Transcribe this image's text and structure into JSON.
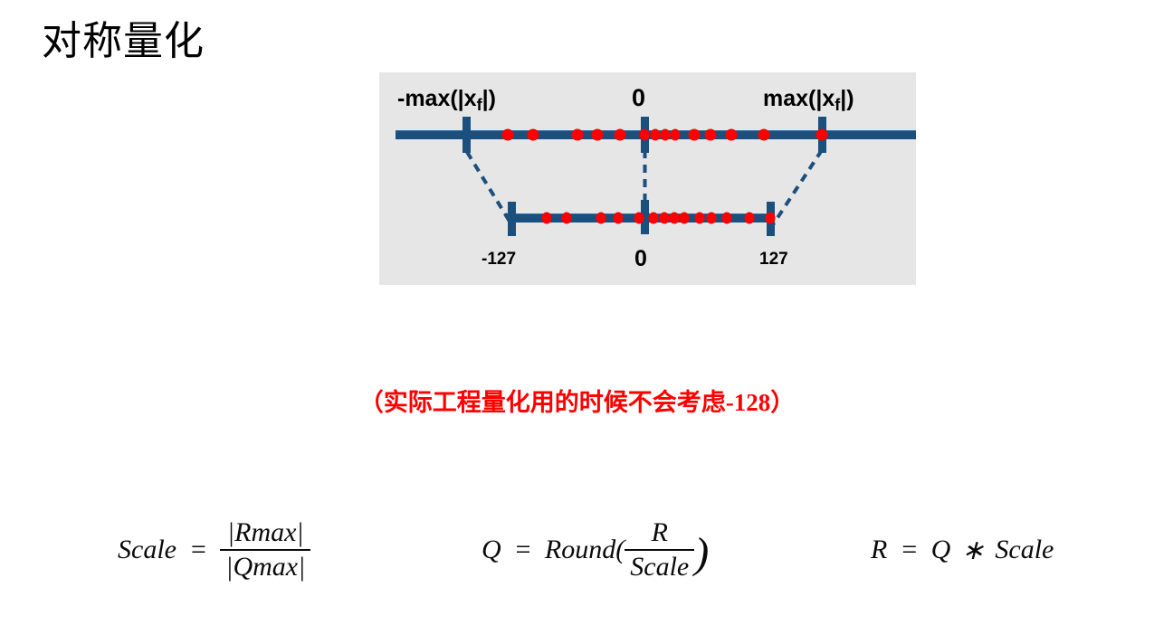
{
  "slide": {
    "title": "对称量化",
    "background_color": "#ffffff"
  },
  "diagram": {
    "panel_background": "#e6e6e6",
    "axis_color": "#1b4f7e",
    "dot_color": "#fe0000",
    "top_axis": {
      "name": "float-range-axis",
      "labels": {
        "left": "-max(|x",
        "left_sub": "f",
        "left_tail": "|)",
        "center": "0",
        "right": "max(|x",
        "right_sub": "f",
        "right_tail": "|)"
      },
      "dot_positions_pct": [
        30.5,
        45.2,
        70.5,
        81.5,
        93.0,
        101.5,
        107.0,
        112.5,
        117.5,
        124.0,
        129.5,
        140.0,
        158.0,
        182.0
      ]
    },
    "bottom_axis": {
      "name": "int8-range-axis",
      "labels": {
        "left": "-127",
        "center": "0",
        "right": "127"
      }
    },
    "connectors": [
      {
        "name": "left-mapping-line",
        "from": "-max(|xf|)",
        "to": "-127"
      },
      {
        "name": "center-mapping-line",
        "from": "0",
        "to": "0"
      },
      {
        "name": "right-mapping-line",
        "from": "max(|xf|)",
        "to": "127"
      }
    ]
  },
  "annotation": {
    "text": "（实际工程量化用的时候不会考虑-128）",
    "color": "#ff0000"
  },
  "formulas": [
    {
      "name": "scale-formula",
      "lhs": "Scale",
      "eq": "=",
      "numerator": "|Rmax|",
      "denominator": "|Qmax|"
    },
    {
      "name": "quantize-formula",
      "lhs": "Q",
      "eq": "=",
      "fn": "Round(",
      "numerator": "R",
      "denominator": "Scale",
      "close": ")"
    },
    {
      "name": "dequantize-formula",
      "lhs": "R",
      "eq": "=",
      "operand_a": "Q",
      "operator": "∗",
      "operand_b": "Scale"
    }
  ]
}
